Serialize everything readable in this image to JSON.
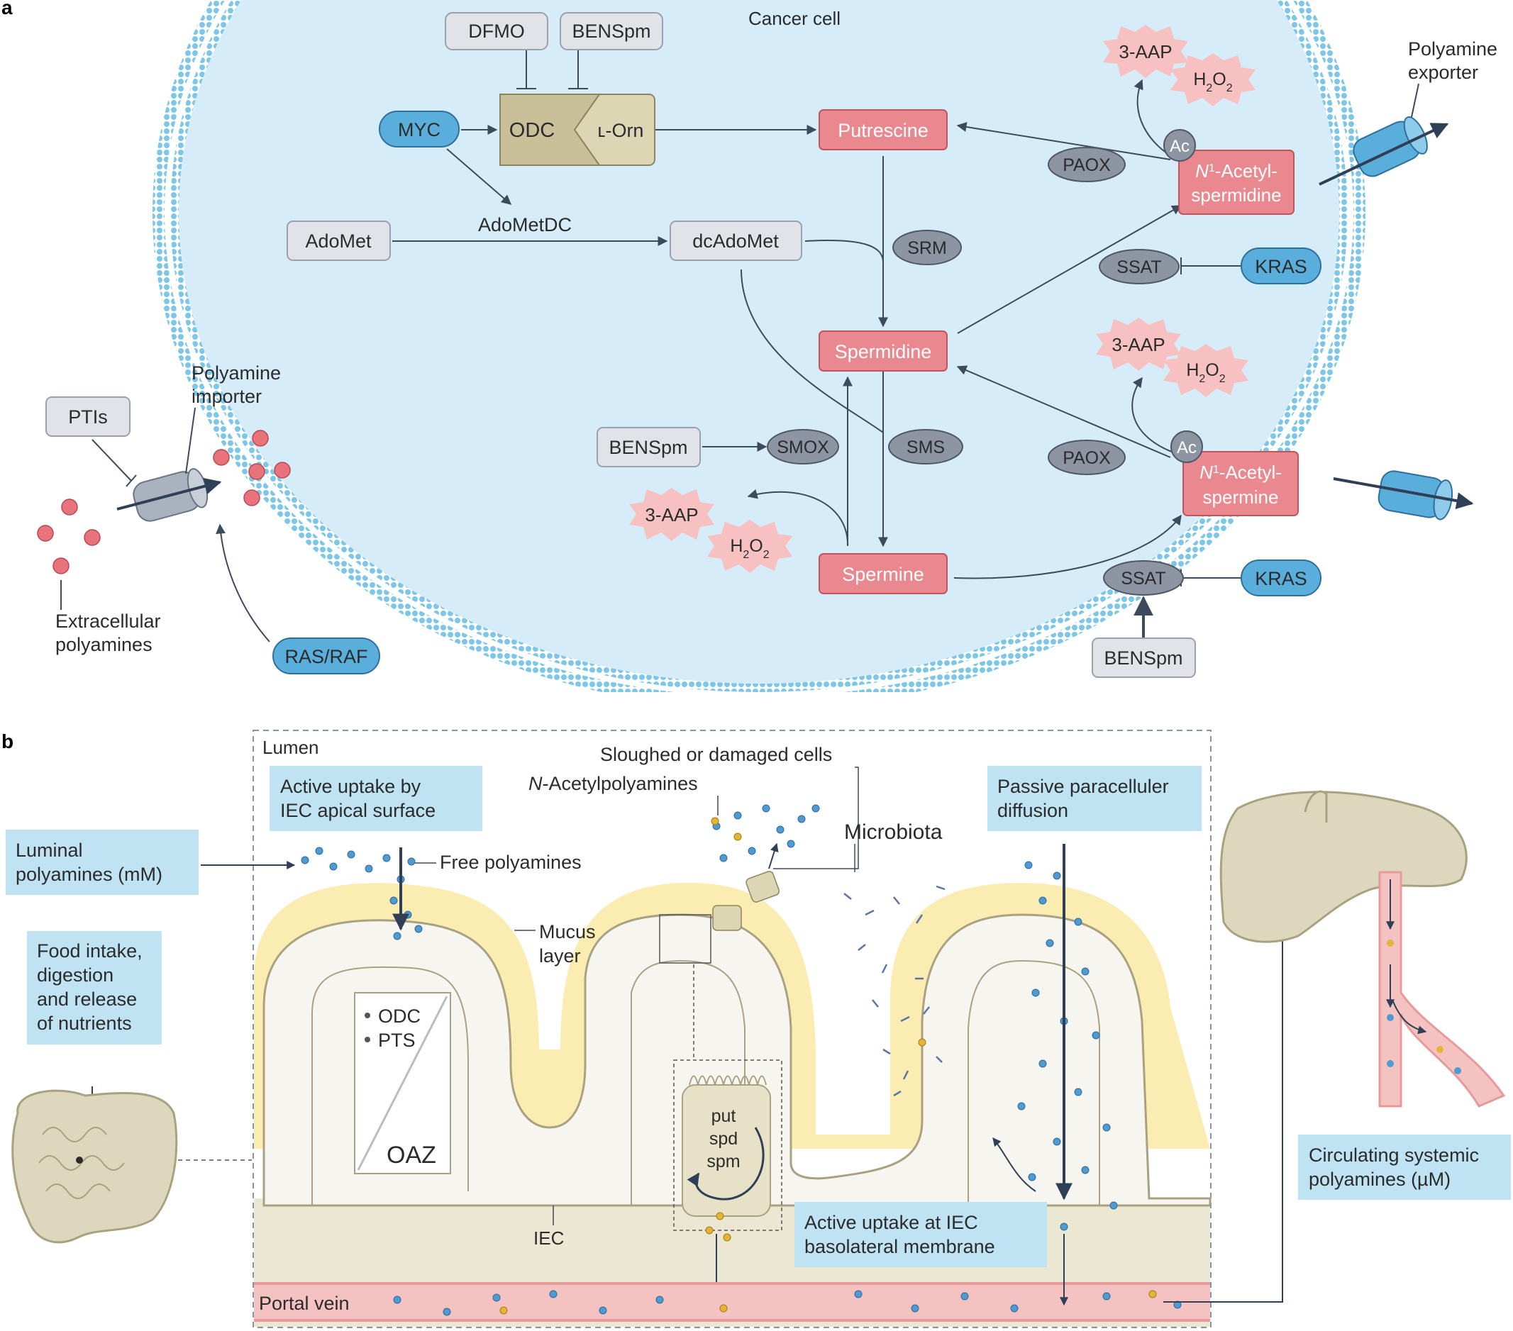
{
  "panel_a": {
    "label": "a",
    "cell_title": "Cancer cell",
    "inhibitors": {
      "dfmo": "DFMO",
      "benspm_top": "BENSpm",
      "ptis": "PTIs",
      "benspm_smox": "BENSpm",
      "benspm_ssat": "BENSpm"
    },
    "enzymes": {
      "odc": "ODC",
      "lorn": "ʟ-Orn",
      "srm": "SRM",
      "sms": "SMS",
      "smox": "SMOX",
      "paox1": "PAOX",
      "paox2": "PAOX",
      "ssat1": "SSAT",
      "ssat2": "SSAT",
      "adometdc": "AdoMetDC"
    },
    "oncogenes": {
      "myc": "MYC",
      "kras1": "KRAS",
      "kras2": "KRAS",
      "rasraf": "RAS/RAF"
    },
    "metabolites": {
      "adomet": "AdoMet",
      "dcadomet": "dcAdoMet",
      "putrescine": "Putrescine",
      "spermidine": "Spermidine",
      "spermine": "Spermine"
    },
    "acetyl": {
      "ac": "Ac",
      "spd_line1_n": "N",
      "spd_line1_sup": "1",
      "spd_line1_rest": "-Acetyl-",
      "spd_line2": "spermidine",
      "spm_line2": "spermine"
    },
    "byproducts": {
      "aap": "3-AAP",
      "h2o2_h": "H",
      "h2o2_sub": "2",
      "h2o2_o": "O"
    },
    "transport": {
      "importer_line1": "Polyamine",
      "importer_line2": "importer",
      "exporter_line1": "Polyamine",
      "exporter_line2": "exporter",
      "extracellular_line1": "Extracellular",
      "extracellular_line2": "polyamines"
    }
  },
  "panel_b": {
    "label": "b",
    "lumen": "Lumen",
    "active_uptake_apical_line1": "Active uptake by",
    "active_uptake_apical_line2": "IEC apical surface",
    "luminal_line1": "Luminal",
    "luminal_line2": "polyamines (mM)",
    "free_polyamines": "Free polyamines",
    "sloughed": "Sloughed or damaged cells",
    "n_acetyl_n": "N",
    "n_acetyl_rest": "-Acetylpolyamines",
    "microbiota": "Microbiota",
    "passive_line1": "Passive paracelluler",
    "passive_line2": "diffusion",
    "mucus_line1": "Mucus",
    "mucus_line2": "layer",
    "food_lines": [
      "Food intake,",
      "digestion",
      "and release",
      "of nutrients"
    ],
    "odc": "ODC",
    "pts": "PTS",
    "oaz": "OAZ",
    "put": "put",
    "spd": "spd",
    "spm": "spm",
    "iec": "IEC",
    "basolateral_line1": "Active uptake at IEC",
    "basolateral_line2": "basolateral membrane",
    "portal_vein": "Portal vein",
    "circulating_line1": "Circulating systemic",
    "circulating_line2": "polyamines (µM)"
  },
  "colors": {
    "cell_fill": "#d7ecf9",
    "membrane": "#7cc6ea",
    "metabolite": "#e9898f",
    "oncogene": "#5aaedc",
    "enzyme_grey": "#8d95a3",
    "odc": "#c9c09a",
    "label_box": "#bfe3f3",
    "mucus": "#fbedb2",
    "tissue": "#ebe7d3",
    "vein": "#f5c2c2",
    "liver": "#ddd8bd"
  }
}
